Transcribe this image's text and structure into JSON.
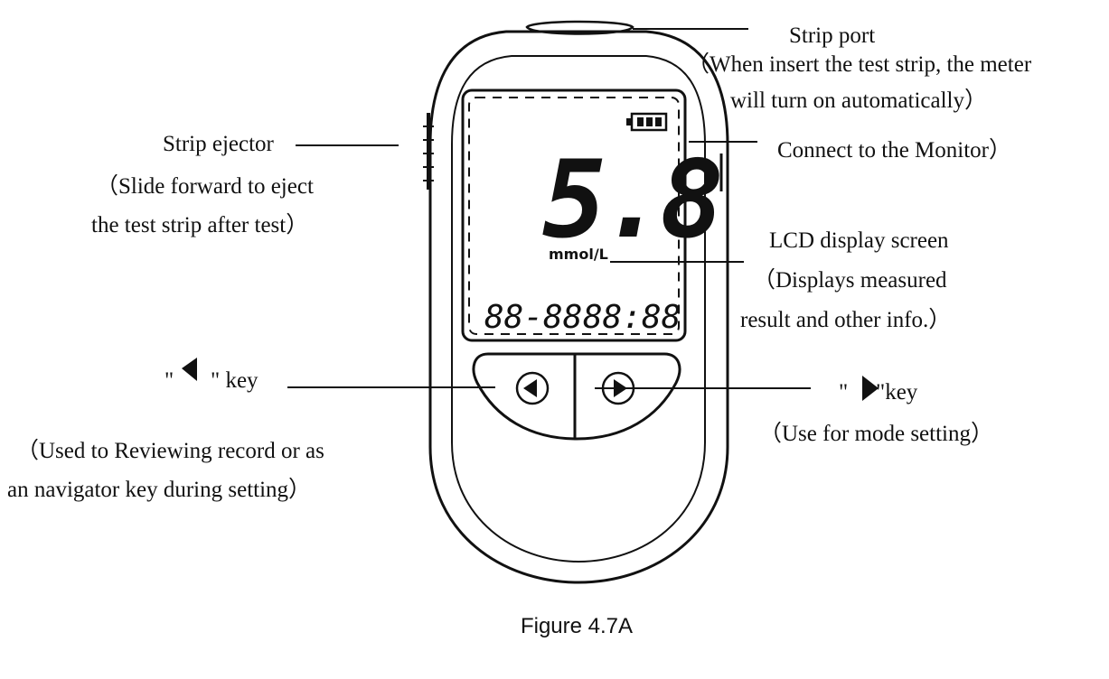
{
  "labels": {
    "strip_port": "Strip port",
    "strip_port_note_1": "（When insert the test strip, the meter",
    "strip_port_note_2": "will turn on automatically）",
    "connect_monitor": "Connect to the Monitor）",
    "strip_ejector": "Strip ejector",
    "strip_ejector_note_1": "（Slide forward to eject",
    "strip_ejector_note_2": "the test strip after test）",
    "lcd_title": "LCD display screen",
    "lcd_note_1": "（Displays measured",
    "lcd_note_2": "result and other info.）",
    "left_key_open": "\"",
    "left_key_close": "\" key",
    "left_key_note_1": "（Used to Reviewing record or as",
    "left_key_note_2": "an navigator key during setting）",
    "right_key_open": "\"",
    "right_key_close": "\"key",
    "right_key_note": "（Use for mode setting）"
  },
  "display": {
    "reading": "5.8",
    "unit": "mmol/L",
    "date": "88-88",
    "time": "88:88"
  },
  "caption": "Figure 4.7A"
}
